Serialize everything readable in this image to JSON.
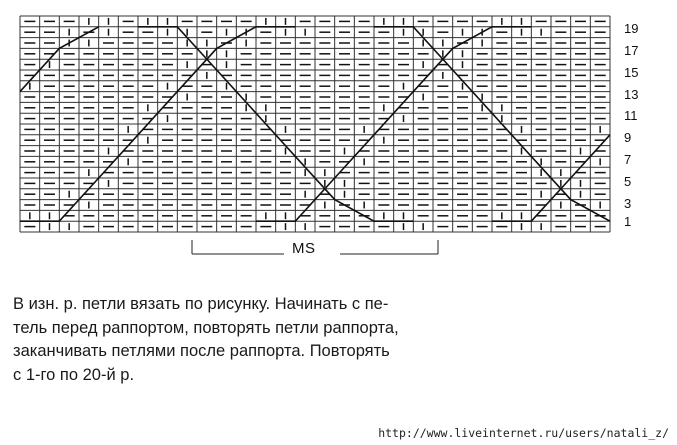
{
  "chart_data": {
    "type": "knitting-chart",
    "row_numbers": [
      "19",
      "17",
      "15",
      "13",
      "11",
      "9",
      "7",
      "5",
      "3",
      "1"
    ],
    "repeat_label": "MS",
    "symbols": {
      "knit": "|",
      "purl": "—"
    }
  },
  "instructions": [
    "В изн. р. петли вязать по рисунку. Начинать с пе-",
    "тель перед раппортом, повторять петли раппорта,",
    "заканчивать петлями после раппорта. Повторять",
    "с 1-го по 20-й р."
  ],
  "url": "http://www.liveinternet.ru/users/natali_z/"
}
